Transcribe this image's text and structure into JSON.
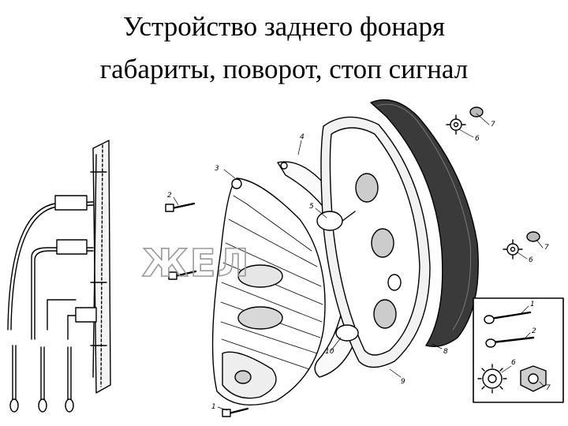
{
  "slide": {
    "title_line1": "Устройство заднего фонаря",
    "title_line2": "габариты, поворот, стоп сигнал"
  },
  "diagram": {
    "callouts": [
      "1",
      "2",
      "3",
      "4",
      "5",
      "6",
      "7",
      "8",
      "9",
      "10",
      "1",
      "2",
      "6",
      "7",
      "6",
      "7"
    ],
    "watermark": "ЖЕЛ"
  }
}
